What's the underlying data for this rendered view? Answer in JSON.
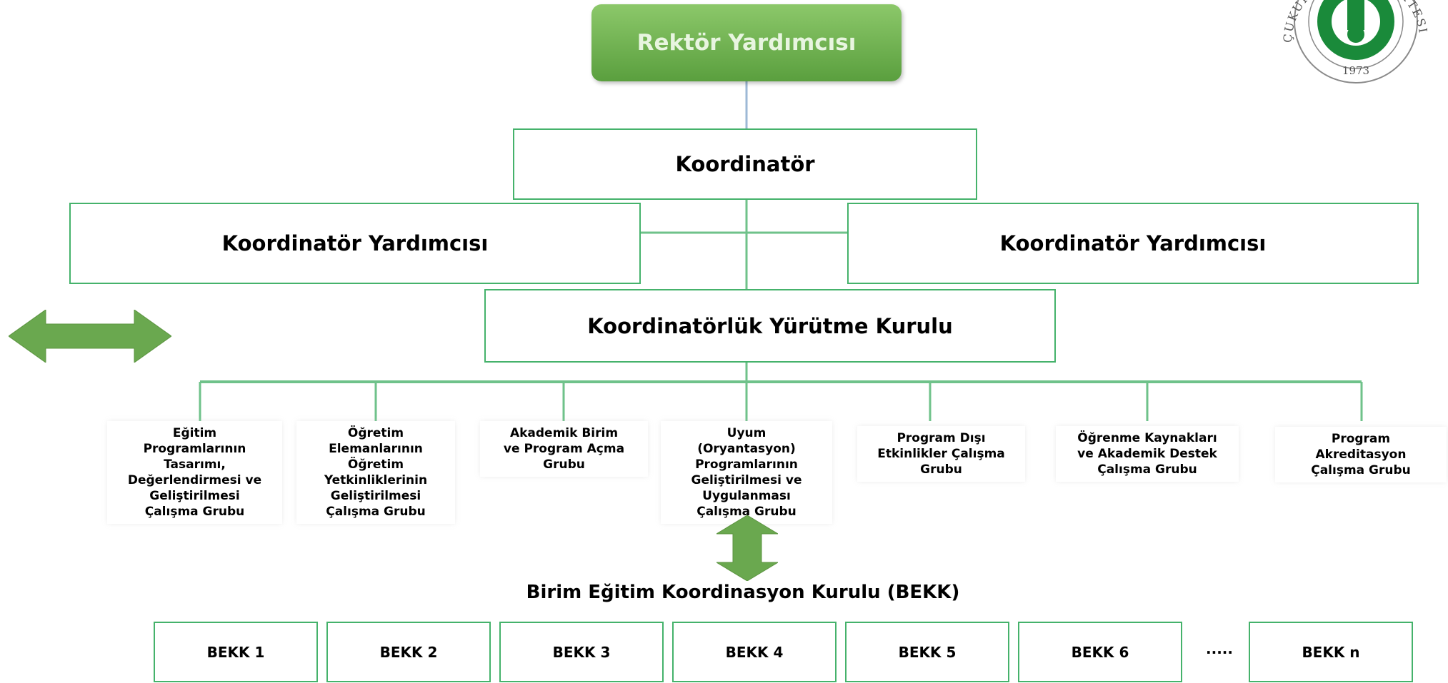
{
  "nodes": {
    "rektor_yardimcisi": "Rektör Yardımcısı",
    "koordinator": "Koordinatör",
    "koordinator_yardimcisi_left": "Koordinatör Yardımcısı",
    "koordinator_yardimcisi_right": "Koordinatör Yardımcısı",
    "yurutme_kurulu": "Koordinatörlük Yürütme Kurulu"
  },
  "groups": [
    [
      "Eğitim",
      "Programlarının",
      "Tasarımı,",
      "Değerlendirmesi ve",
      "Geliştirilmesi",
      "Çalışma Grubu"
    ],
    [
      "Öğretim",
      "Elemanlarının",
      "Öğretim",
      "Yetkinliklerinin",
      "Geliştirilmesi",
      "Çalışma Grubu"
    ],
    [
      "Akademik Birim",
      "ve Program Açma",
      "Grubu"
    ],
    [
      "Uyum",
      "(Oryantasyon)",
      "Programlarının",
      "Geliştirilmesi ve",
      "Uygulanması",
      "Çalışma Grubu"
    ],
    [
      "Program Dışı",
      "Etkinlikler Çalışma",
      "Grubu"
    ],
    [
      "Öğrenme Kaynakları",
      "ve Akademik Destek",
      "Çalışma Grubu"
    ],
    [
      "Program",
      "Akreditasyon",
      "Çalışma Grubu"
    ]
  ],
  "bekk_title": "Birim Eğitim Koordinasyon Kurulu (BEKK)",
  "bekk_units": [
    "BEKK 1",
    "BEKK 2",
    "BEKK 3",
    "BEKK 4",
    "BEKK 5",
    "BEKK 6",
    "BEKK n"
  ],
  "bekk_ellipsis": "·····",
  "logo": {
    "text_top": "ÇUKUROVA ÜNİVERSİTESİ",
    "year": "1973"
  },
  "colors": {
    "box_border": "#45b26b",
    "connector": "#6fc28a",
    "arrow": "#6aa84f",
    "rektor_fill": "#6aae4a",
    "logo_green": "#1a8a3a"
  },
  "icons": {
    "left_arrow": "double-headed-horizontal-arrow-icon",
    "down_arrow": "double-headed-vertical-arrow-icon",
    "logo": "university-seal-icon"
  }
}
